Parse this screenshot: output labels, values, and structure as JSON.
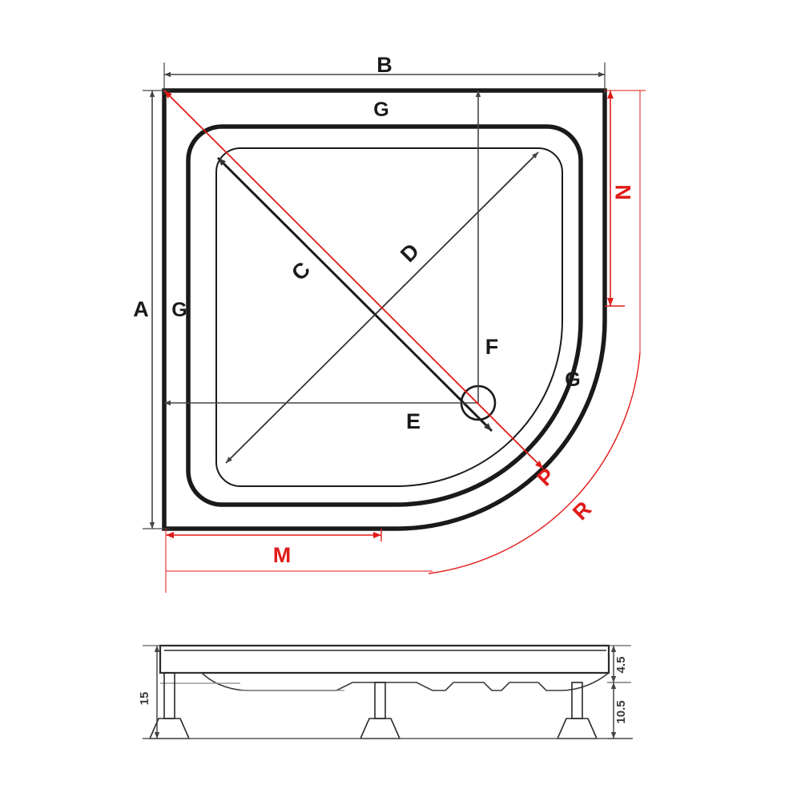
{
  "diagram": {
    "title": "Quarter-round shower tray dimension drawing",
    "colors": {
      "outline": "#1a1a1a",
      "dimension": "#555555",
      "accent_red": "#e01b18",
      "background": "#ffffff"
    },
    "views": [
      {
        "id": "plan",
        "name": "plan-view"
      },
      {
        "id": "section",
        "name": "section-view"
      }
    ]
  },
  "plan_labels": {
    "b": "B",
    "a": "A",
    "g_top": "G",
    "g_left": "G",
    "g_curve": "G",
    "c": "C",
    "d": "D",
    "e": "E",
    "f": "F",
    "n": "N",
    "m": "M",
    "p": "P",
    "r": "R"
  },
  "section_labels": {
    "height": "15",
    "lip": "4.5",
    "leg": "10.5"
  },
  "dimension_list": [
    {
      "key": "A",
      "label": "A",
      "orientation": "vertical",
      "color": "#1a1a1a"
    },
    {
      "key": "B",
      "label": "B",
      "orientation": "horizontal",
      "color": "#1a1a1a"
    },
    {
      "key": "C",
      "label": "C",
      "orientation": "diagonal",
      "color": "#1a1a1a"
    },
    {
      "key": "D",
      "label": "D",
      "orientation": "diagonal",
      "color": "#1a1a1a"
    },
    {
      "key": "E",
      "label": "E",
      "orientation": "horizontal",
      "color": "#1a1a1a"
    },
    {
      "key": "F",
      "label": "F",
      "orientation": "vertical",
      "color": "#1a1a1a"
    },
    {
      "key": "G",
      "label": "G",
      "orientation": "edge",
      "color": "#1a1a1a"
    },
    {
      "key": "M",
      "label": "M",
      "orientation": "horizontal",
      "color": "#e01b18"
    },
    {
      "key": "N",
      "label": "N",
      "orientation": "vertical",
      "color": "#e01b18"
    },
    {
      "key": "P",
      "label": "P",
      "orientation": "diagonal",
      "color": "#e01b18"
    },
    {
      "key": "R",
      "label": "R",
      "orientation": "radius",
      "color": "#e01b18"
    }
  ],
  "section_dimension_list": [
    {
      "key": "15",
      "label": "15",
      "orientation": "vertical"
    },
    {
      "key": "4.5",
      "label": "4.5",
      "orientation": "vertical"
    },
    {
      "key": "10.5",
      "label": "10.5",
      "orientation": "vertical"
    }
  ]
}
